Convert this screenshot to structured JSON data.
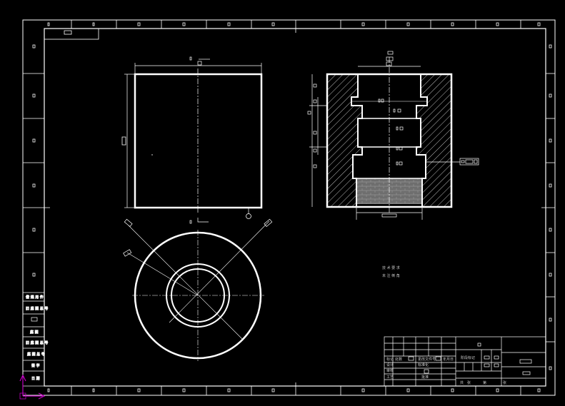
{
  "drawing": {
    "background_color": "#000000",
    "line_color": "#ffffff",
    "hatch_color": "#8a8a8a",
    "ucs_color": "#c000c0",
    "views": [
      "front-view",
      "section-view",
      "top-view"
    ],
    "technical_notes": [
      "技 术 要 求",
      "未 注 倒 角"
    ],
    "title_block_labels": [
      "标记",
      "处数",
      "分区",
      "更改文件号",
      "签名",
      "年月日",
      "设计",
      "标准化",
      "审核",
      "工艺",
      "批准",
      "阶段标记",
      "重量",
      "比例",
      "共",
      "张",
      "第",
      "张"
    ],
    "side_table_labels": [
      "借通用件登记",
      "旧底图总号",
      "底图总号",
      "签字",
      "日期"
    ]
  }
}
